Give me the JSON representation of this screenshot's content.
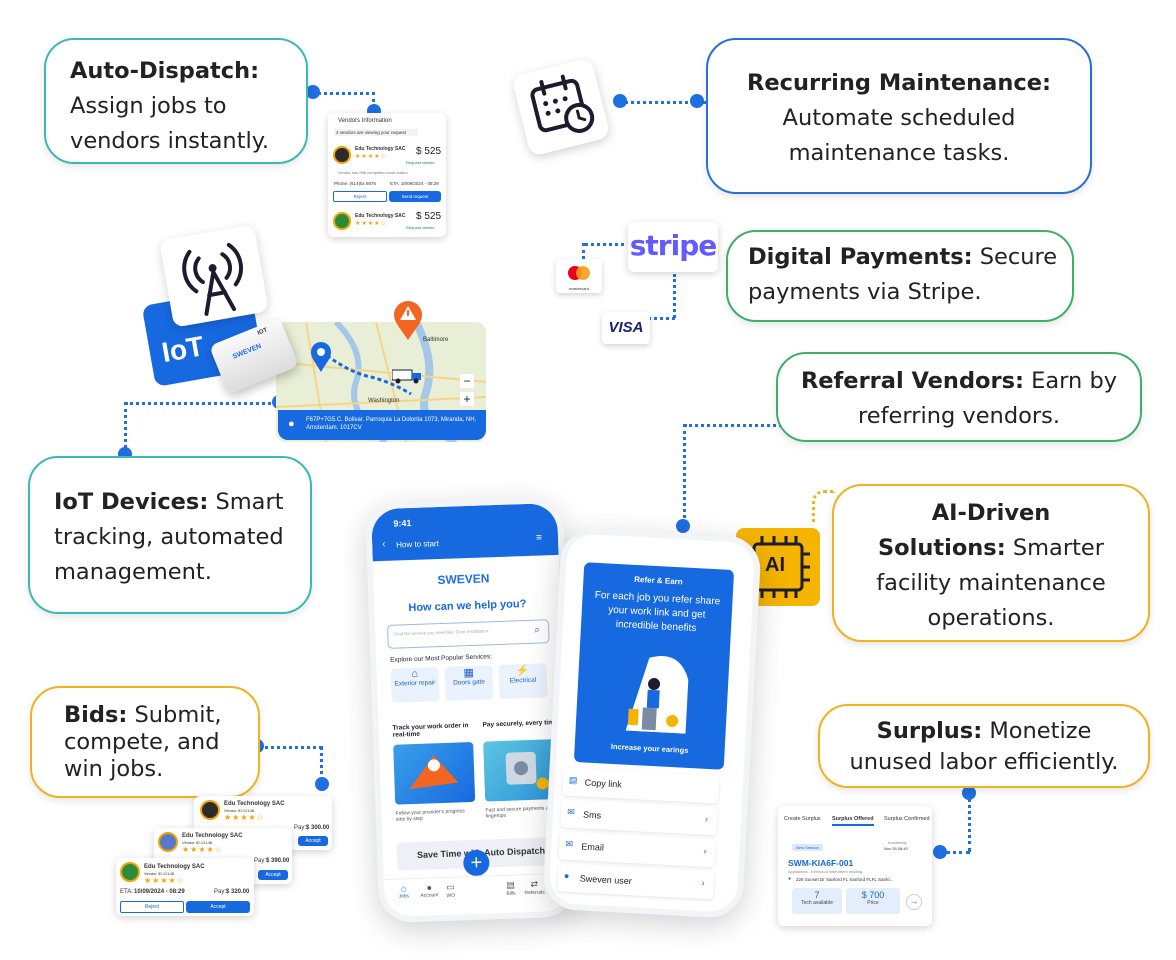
{
  "callouts": {
    "auto_dispatch": {
      "title": "Auto-Dispatch:",
      "line1": "Assign jobs to",
      "line2": "vendors instantly."
    },
    "recurring": {
      "title": "Recurring Maintenance:",
      "line1": "Automate scheduled",
      "line2": "maintenance tasks."
    },
    "payments": {
      "title": "Digital Payments:",
      "rest": " Secure",
      "line2": "payments via Stripe."
    },
    "referral": {
      "title": "Referral Vendors:",
      "rest": " Earn by",
      "line2": "referring vendors."
    },
    "iot": {
      "title": "IoT Devices:",
      "rest": " Smart",
      "line2": "tracking, automated",
      "line3": "management."
    },
    "ai": {
      "title": "AI-Driven",
      "title2": "Solutions:",
      "rest": " Smarter",
      "line3": "facility maintenance",
      "line4": "operations."
    },
    "bids": {
      "title": "Bids:",
      "rest": " Submit,",
      "line2": "compete, and",
      "line3": "win jobs."
    },
    "surplus": {
      "title": "Surplus:",
      "rest": " Monetize",
      "line2": "unused labor efficiently."
    }
  },
  "vendors_card": {
    "header": "Vendors Information",
    "subheader": "3 vendors are viewing your request",
    "vendor1": {
      "name": "Edu Technology SAC",
      "id": "Vendor ID:12148",
      "price": "$ 525",
      "status": "Request viewed",
      "note": "Vendor has 598 completed work orders",
      "phone": "Phone: (614)5x 8876",
      "eta": "ETA: 10/09/2024 - 08:29"
    },
    "reject": "Reject",
    "send": "Send request",
    "vendor2": {
      "name": "Edu Technology SAC",
      "id": "Vendor ID:12148",
      "price": "$ 525",
      "status": "Request viewed"
    }
  },
  "payments": {
    "stripe": "stripe",
    "mastercard": "mastercard",
    "visa": "VISA"
  },
  "iot": {
    "badge": "IoT",
    "device_label": "IOT",
    "device_brand": "SWEVEN",
    "map_city": "Baltimore",
    "map_place": "Washington",
    "address": "F67P+7G5.C. Bolivar. Parroquia La Dolorita 1073, Miranda, NH, Amsterdam. 1017CV",
    "zoom_in": "+",
    "zoom_out": "−"
  },
  "ai_badge": "AI",
  "phone_left": {
    "time": "9:41",
    "nav": "How to start",
    "brand": "SWEVEN",
    "headline": "How can we help you?",
    "search_placeholder": "Find the service you need like 'Door installation'",
    "explore": "Explore our Most Popular Services:",
    "services": [
      "Exterior repair",
      "Doors gate",
      "Electrical"
    ],
    "promo1_title": "Track your work order in real-time",
    "promo1_sub": "Follow your provider's progress step by step",
    "promo2_title": "Pay securely, every time",
    "promo2_sub": "Fast and secure payments at your fingertips",
    "banner": "Save Time with Auto Dispatch",
    "tabs": [
      "Jobs",
      "Account",
      "WO",
      "Bills",
      "Referrals"
    ]
  },
  "phone_right": {
    "header": "Refer & Earn",
    "body": "For each job you refer share your work link and get incredible benefits",
    "cta": "Increase your earings",
    "rows": [
      "Copy link",
      "Sms",
      "Email",
      "Sweven user"
    ]
  },
  "bids_cards": {
    "company": "Edu Technology SAC",
    "vendor_id": "Vendor ID:12148",
    "eta_label": "ETA:",
    "eta": "10/09/2024 - 08:29",
    "pay_label": "Pay:",
    "pay1": "$ 300.00",
    "pay2": "$ 390.00",
    "pay3": "$ 320.00",
    "reject": "Reject",
    "accept": "Accept"
  },
  "surplus_card": {
    "tabs": [
      "Create Surplus",
      "Surplus Offered",
      "Surplus Confirmed"
    ],
    "badge": "New Session",
    "availability_label": "Availability",
    "availability": "Nov 26 08:40",
    "code": "SWM-KIA6F-001",
    "subtitle": "Appliances - Kenwood instrument reading",
    "address": "228 Sunset Dr Sanford FL Sanford FLFL Sanfo...",
    "tech_count": "7",
    "tech_label": "Tech available",
    "price": "$ 700",
    "price_label": "Price"
  }
}
